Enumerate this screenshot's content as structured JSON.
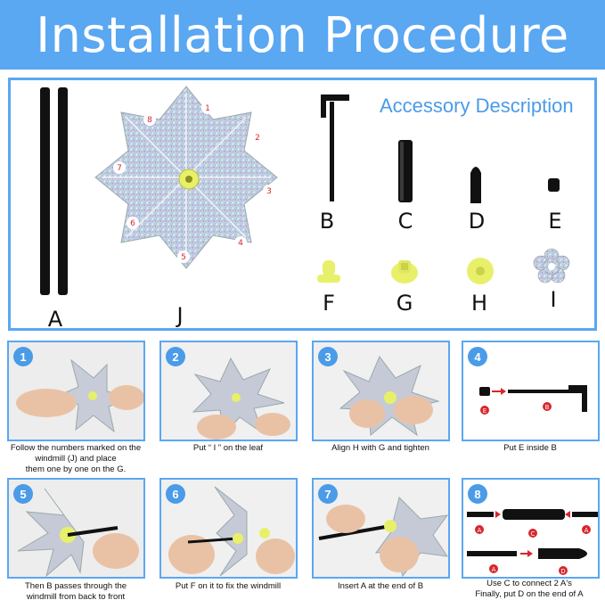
{
  "header": {
    "title": "Installation Procedure"
  },
  "accessory": {
    "title": "Accessory Description",
    "labels": {
      "A": "A",
      "B": "B",
      "C": "C",
      "D": "D",
      "E": "E",
      "F": "F",
      "G": "G",
      "H": "H",
      "I": "I",
      "J": "J"
    },
    "leaf_numbers": [
      "1",
      "2",
      "3",
      "4",
      "5",
      "6",
      "7",
      "8"
    ]
  },
  "steps": [
    {
      "num": "1",
      "caption": [
        "Follow the numbers marked on the",
        "windmill (J) and place",
        "them one by one on the G."
      ]
    },
    {
      "num": "2",
      "caption": [
        "Put “ I ” on the leaf"
      ]
    },
    {
      "num": "3",
      "caption": [
        "Align H with G and tighten"
      ]
    },
    {
      "num": "4",
      "caption": [
        "Put E inside B"
      ],
      "marks": [
        "E",
        "B"
      ]
    },
    {
      "num": "5",
      "caption": [
        "Then B passes through the",
        "windmill from back to front"
      ]
    },
    {
      "num": "6",
      "caption": [
        "Put F on it to fix the windmill"
      ]
    },
    {
      "num": "7",
      "caption": [
        "Insert A at the end of B"
      ]
    },
    {
      "num": "8",
      "caption": [
        "Use C to connect 2 A's",
        "Finally, put D on the end of A"
      ],
      "marks": [
        "A",
        "C",
        "A",
        "A",
        "D"
      ]
    }
  ],
  "colors": {
    "accent": "#5aa7f2",
    "title_blue": "#4a9be8",
    "yellow": "#e8f06a",
    "red": "#d8262c"
  }
}
